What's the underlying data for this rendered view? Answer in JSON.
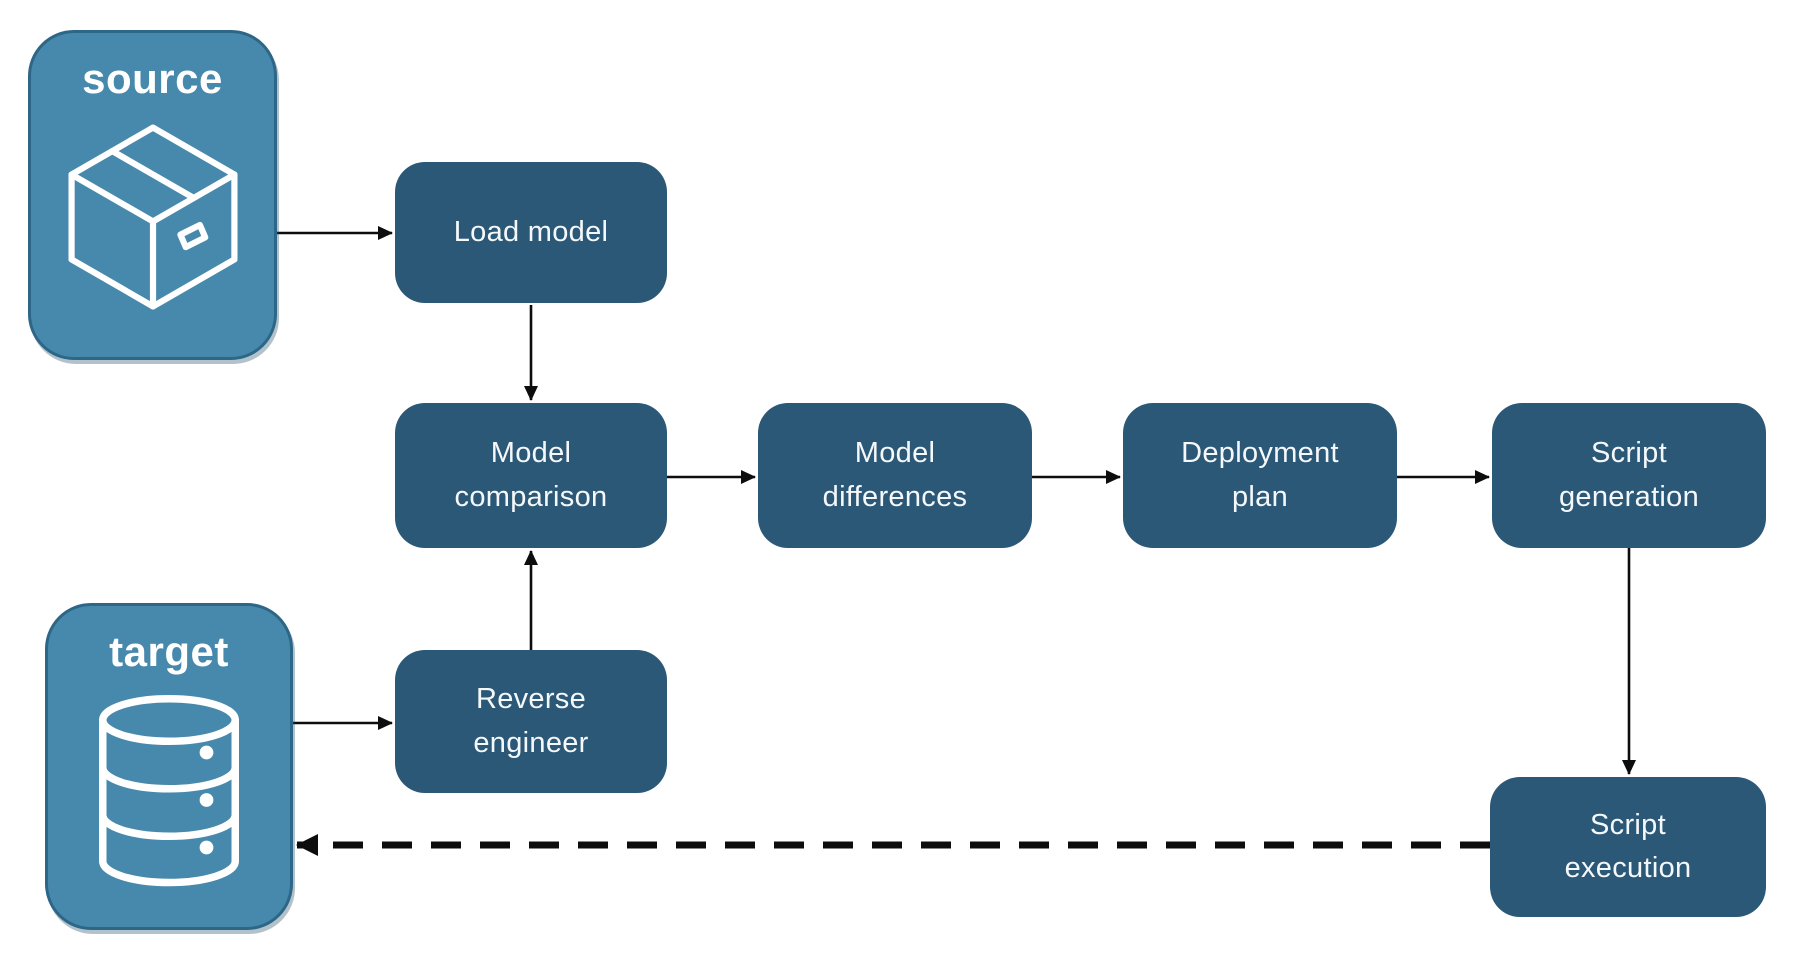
{
  "diagram": {
    "description": "Schema compare and deployment workflow",
    "nodes": {
      "source": {
        "label": "source",
        "icon": "package-icon",
        "fill": "#4789AC"
      },
      "target": {
        "label": "target",
        "icon": "database-icon",
        "fill": "#4789AC"
      },
      "load_model": {
        "label": "Load model",
        "fill": "#2B5877"
      },
      "model_comparison": {
        "label": "Model comparison",
        "fill": "#2B5877"
      },
      "model_differences": {
        "label": "Model differences",
        "fill": "#2B5877"
      },
      "deployment_plan": {
        "label": "Deployment plan",
        "fill": "#2B5877"
      },
      "script_generation": {
        "label": "Script generation",
        "fill": "#2B5877"
      },
      "reverse_engineer": {
        "label": "Reverse engineer",
        "fill": "#2B5877"
      },
      "script_execution": {
        "label": "Script execution",
        "fill": "#2B5877"
      }
    },
    "edges": [
      {
        "from": "source",
        "to": "load_model",
        "style": "solid"
      },
      {
        "from": "load_model",
        "to": "model_comparison",
        "style": "solid"
      },
      {
        "from": "model_comparison",
        "to": "model_differences",
        "style": "solid"
      },
      {
        "from": "model_differences",
        "to": "deployment_plan",
        "style": "solid"
      },
      {
        "from": "deployment_plan",
        "to": "script_generation",
        "style": "solid"
      },
      {
        "from": "script_generation",
        "to": "script_execution",
        "style": "solid"
      },
      {
        "from": "target",
        "to": "reverse_engineer",
        "style": "solid"
      },
      {
        "from": "reverse_engineer",
        "to": "model_comparison",
        "style": "solid"
      },
      {
        "from": "script_execution",
        "to": "target",
        "style": "dashed"
      }
    ],
    "colors": {
      "step_fill": "#2B5877",
      "endpoint_fill": "#4789AC",
      "endpoint_border": "#2D6687",
      "arrow": "#0D0D0D",
      "label_text": "#F5F8FA",
      "background": "#FFFFFF"
    }
  }
}
